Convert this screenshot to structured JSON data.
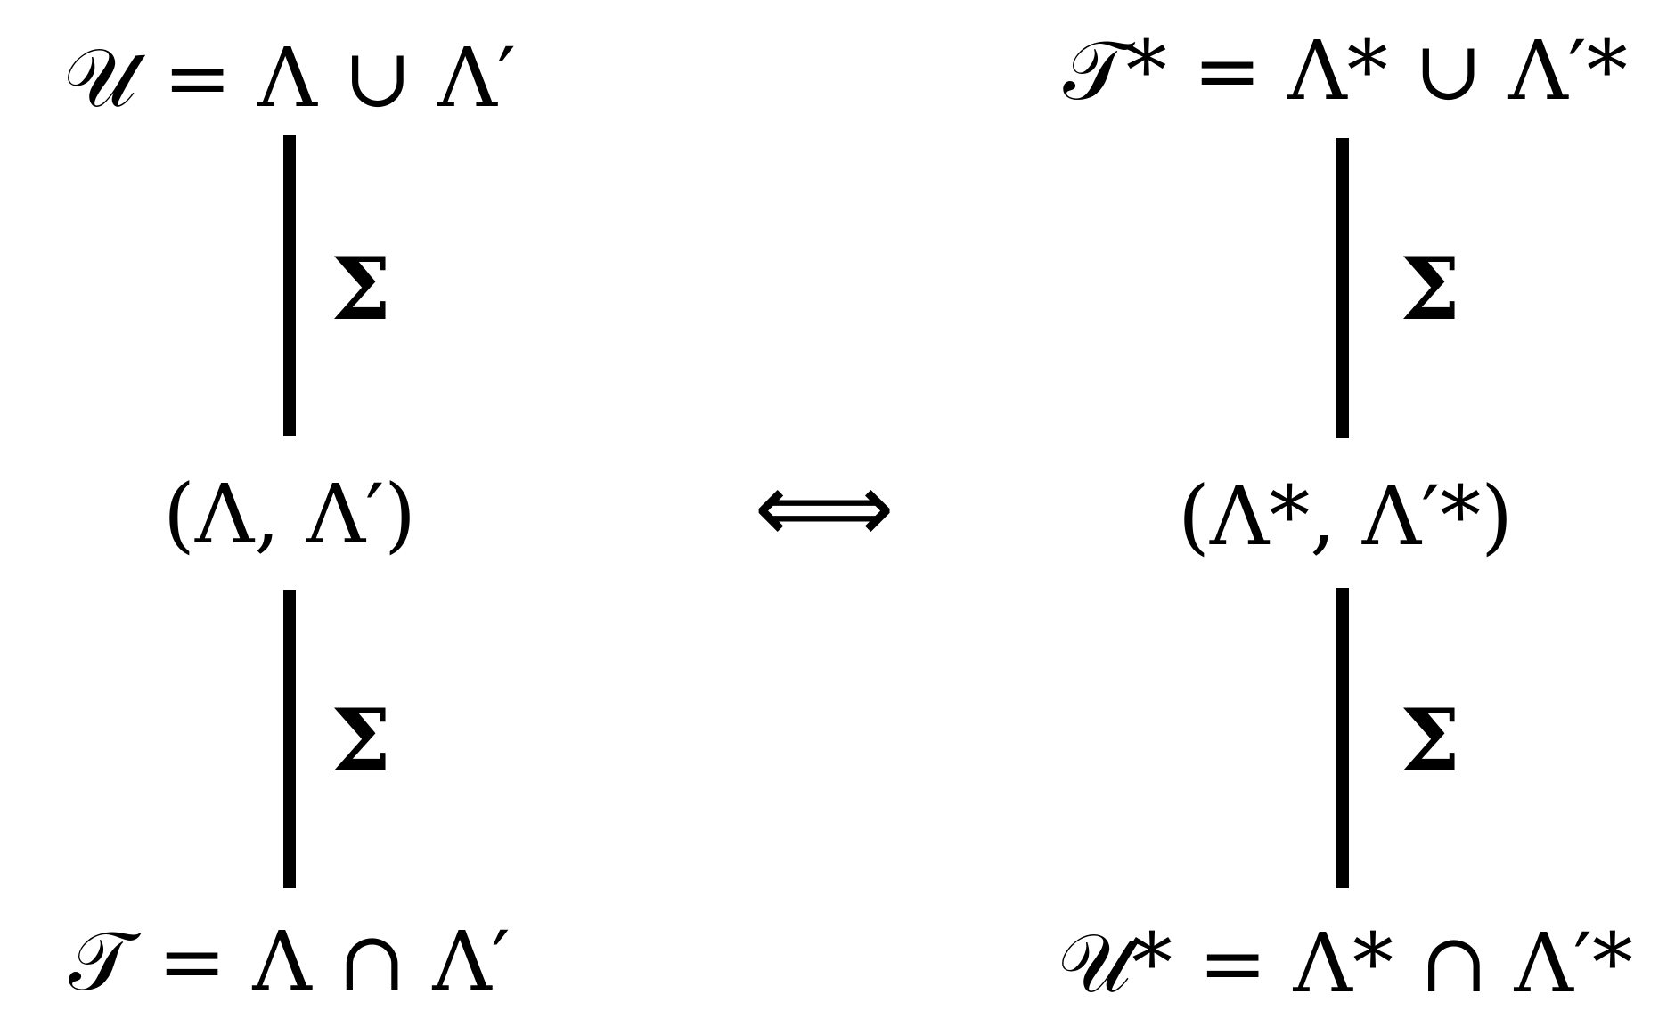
{
  "left": {
    "top_expr": "𝒰 = Λ ∪ Λ′",
    "middle_expr": "(Λ, Λ′)",
    "bottom_expr": "𝒯 = Λ ∩ Λ′",
    "upper_edge_label": "Σ",
    "lower_edge_label": "Σ"
  },
  "right": {
    "top_expr": "𝒯* = Λ* ∪ Λ′*",
    "middle_expr": "(Λ*, Λ′*)",
    "bottom_expr": "𝒰* = Λ* ∩ Λ′*",
    "upper_edge_label": "Σ",
    "lower_edge_label": "Σ"
  },
  "center_symbol": "⟺"
}
